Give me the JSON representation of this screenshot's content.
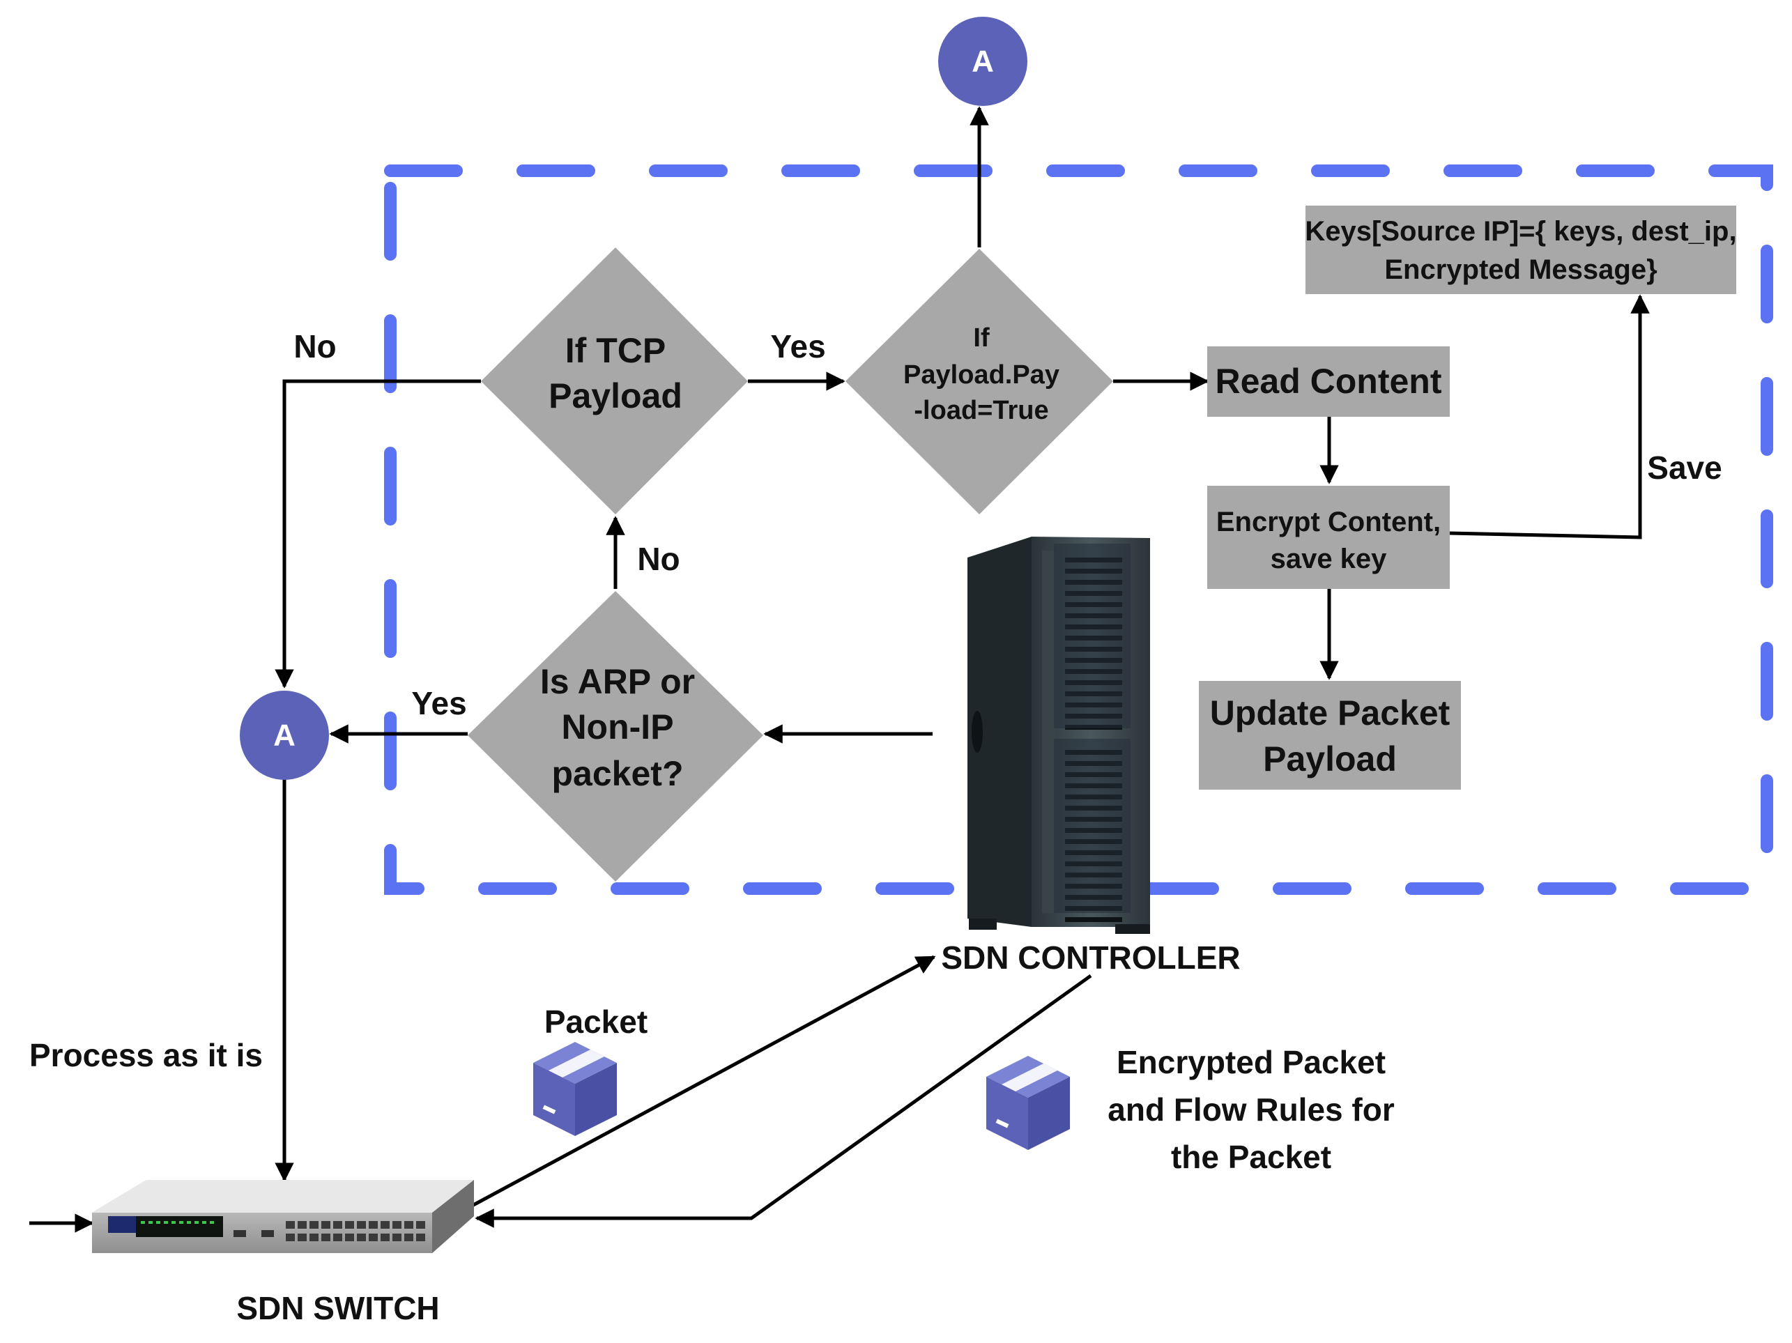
{
  "colors": {
    "dash_border": "#5b73f2",
    "node_fill": "#a8a8a8",
    "connector_fill": "#5b62b8",
    "line": "#000000"
  },
  "connectors": {
    "top": "A",
    "left": "A"
  },
  "decisions": {
    "tcp": [
      "If TCP",
      "Payload"
    ],
    "payload": [
      "If",
      "Payload.Pay",
      "-load=True"
    ],
    "arp": [
      "Is ARP or",
      "Non-IP",
      "packet?"
    ]
  },
  "processes": {
    "read": [
      "Read Content"
    ],
    "encrypt": [
      "Encrypt Content,",
      "save key"
    ],
    "update": [
      "Update Packet",
      "Payload"
    ],
    "keys": [
      "Keys[Source IP]={ keys, dest_ip,",
      "Encrypted Message}"
    ]
  },
  "edge_labels": {
    "no_top": "No",
    "yes_top": "Yes",
    "no_mid": "No",
    "yes_left": "Yes",
    "save": "Save",
    "process": "Process as it is"
  },
  "devices": {
    "controller": "SDN  CONTROLLER",
    "switch": "SDN SWITCH"
  },
  "packets": {
    "packet": [
      "Packet"
    ],
    "encrypted": [
      "Encrypted Packet",
      "and Flow Rules for",
      "the Packet"
    ]
  },
  "icons": [
    "server-tower-icon",
    "network-switch-icon",
    "package-box-icon"
  ]
}
